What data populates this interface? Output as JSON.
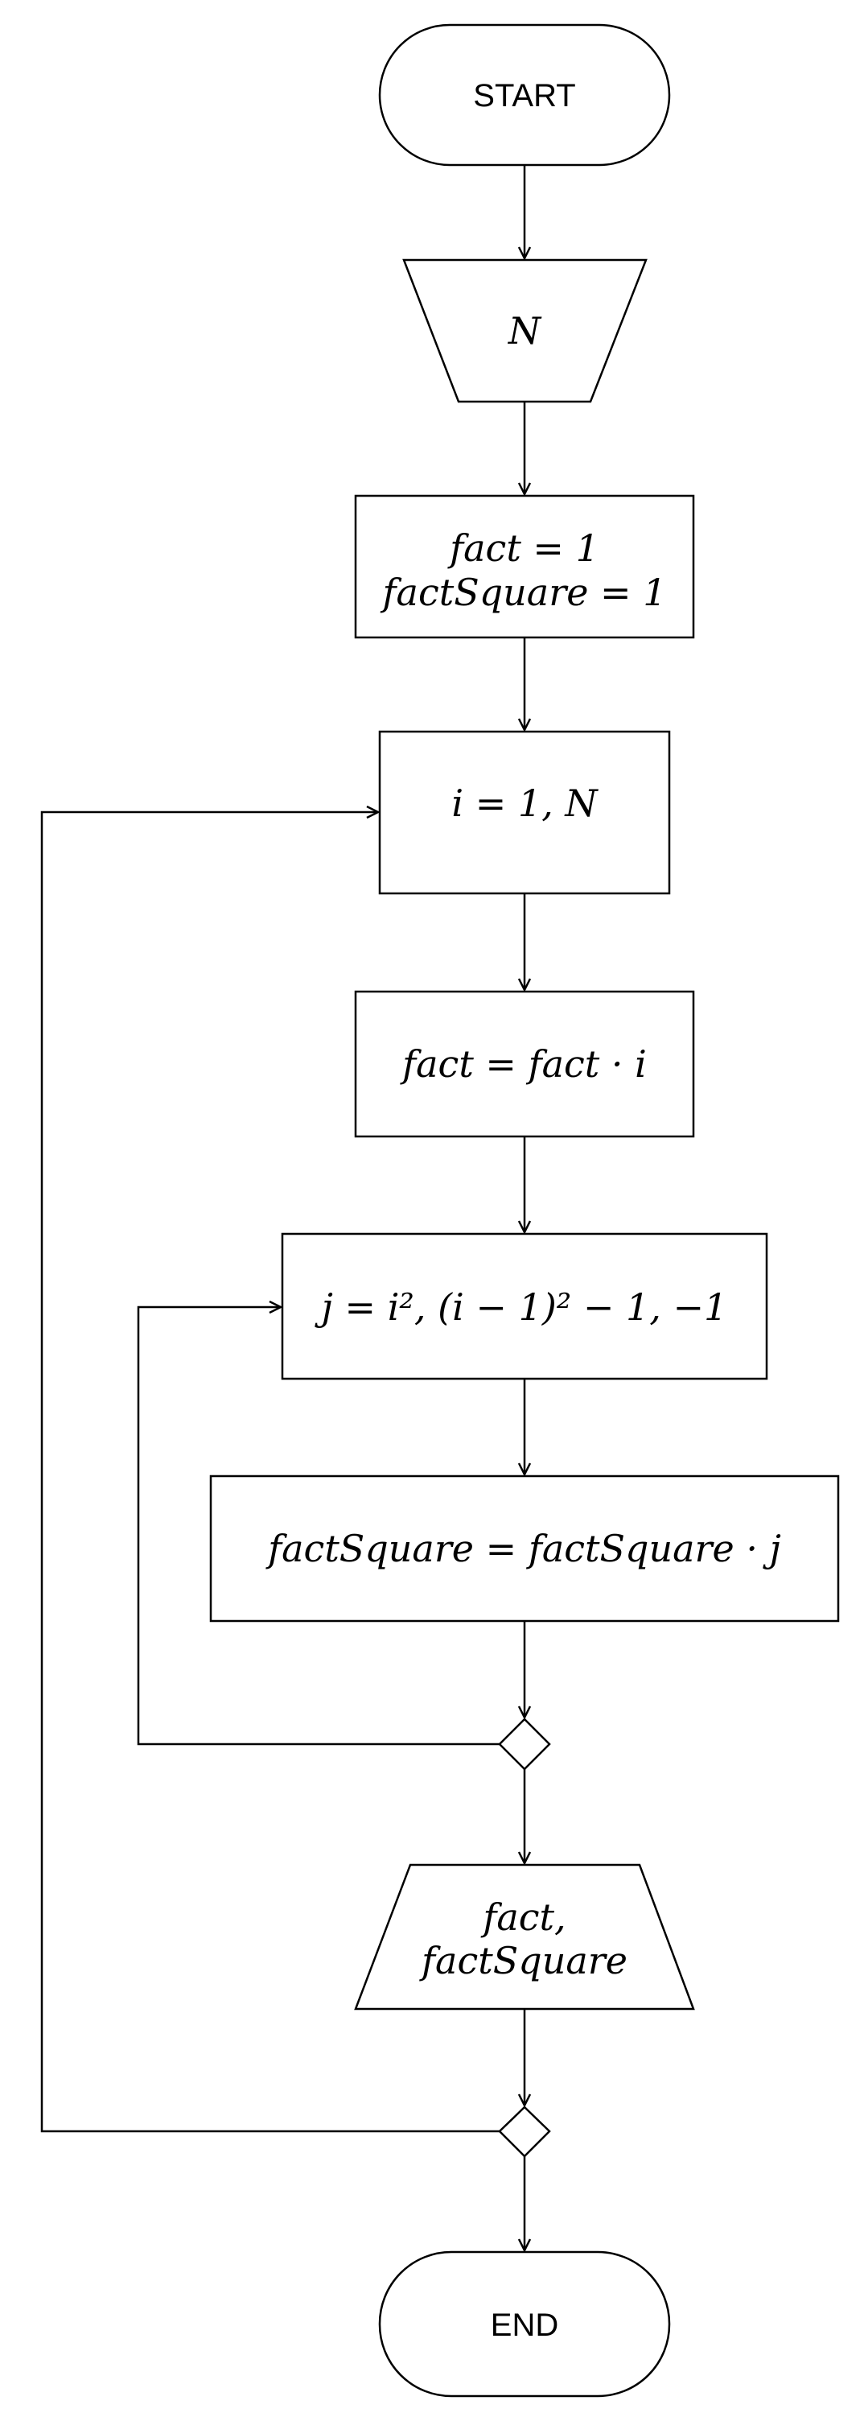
{
  "flowchart": {
    "start_label": "START",
    "input_label": "N",
    "init_line1": "fact = 1",
    "init_line2": "factSquare = 1",
    "outer_loop": "i = 1, N",
    "fact_update": "fact = fact · i",
    "inner_loop": "j = i², (i − 1)² − 1, −1",
    "square_update": "factSquare = factSquare · j",
    "output_line1": "fact,",
    "output_line2": "factSquare",
    "end_label": "END"
  },
  "colors": {
    "stroke": "#000000",
    "background": "#ffffff"
  }
}
